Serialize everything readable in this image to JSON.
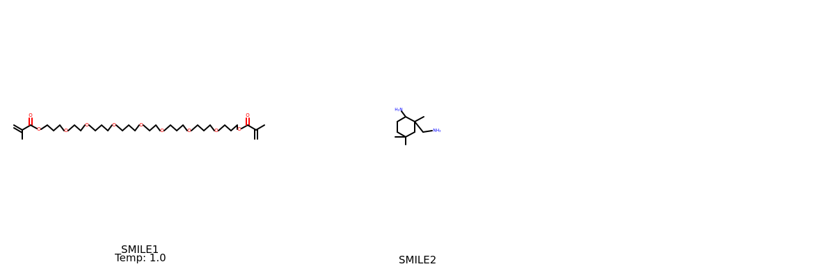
{
  "molecules": [
    {
      "id": "smile1",
      "label": "SMILE1",
      "sublabel": "Temp: 1.0",
      "atoms": {
        "carbonyl_oxygen": "O",
        "ether_oxygen": "O"
      },
      "colors": {
        "bond": "#000000",
        "oxygen": "#ff0000"
      }
    },
    {
      "id": "smile2",
      "label": "SMILE2",
      "atoms": {
        "ring_amine": "H₂N",
        "side_amine": "NH₂"
      },
      "colors": {
        "bond": "#000000",
        "nitrogen": "#0000ff"
      }
    }
  ]
}
